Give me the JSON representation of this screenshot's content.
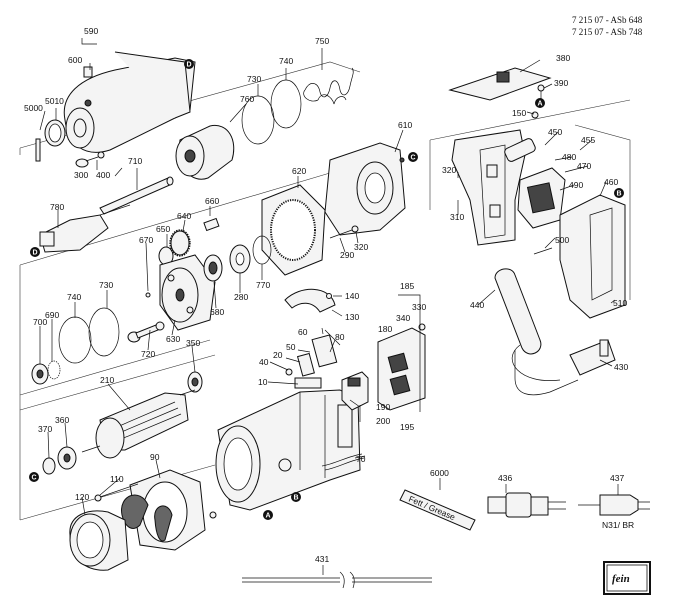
{
  "header": {
    "line1": "7 215 07 - ASb 648",
    "line2": "7 215 07 - ASb 748"
  },
  "labels": {
    "p590": "590",
    "p600": "600",
    "p5010": "5010",
    "p5000": "5000",
    "p300": "300",
    "p400": "400",
    "p710": "710",
    "p750": "750",
    "p740a": "740",
    "p730a": "730",
    "p760": "760",
    "p610": "610",
    "p620": "620",
    "p780": "780",
    "p640": "640",
    "p660": "660",
    "p650": "650",
    "p670": "670",
    "p320a": "320",
    "p290": "290",
    "p740b": "740",
    "p730b": "730",
    "p690": "690",
    "p700": "700",
    "p720": "720",
    "p630": "630",
    "p680": "680",
    "p280": "280",
    "p770": "770",
    "p140": "140",
    "p130": "130",
    "p185": "185",
    "p330": "330",
    "p340": "340",
    "p180": "180",
    "p60": "60",
    "p80": "80",
    "p50": "50",
    "p40": "40",
    "p20": "20",
    "p10": "10",
    "p350": "350",
    "p210": "210",
    "p360": "360",
    "p370": "370",
    "p190": "190",
    "p200": "200",
    "p195": "195",
    "p70": "70",
    "p110": "110",
    "p90": "90",
    "p120": "120",
    "p380": "380",
    "p390": "390",
    "p150": "150",
    "p450": "450",
    "p455": "455",
    "p480": "480",
    "p470": "470",
    "p490": "490",
    "p460": "460",
    "p320b": "320",
    "p310": "310",
    "p500": "500",
    "p510": "510",
    "p440": "440",
    "p430": "430",
    "p6000": "6000",
    "p436": "436",
    "p437": "437",
    "p431": "431",
    "n31br": "N31/ BR"
  },
  "markers": {
    "A": "A",
    "B": "B",
    "C": "C",
    "D": "D"
  },
  "grease_tube_text": "Fett / Grease",
  "logo": "fein"
}
